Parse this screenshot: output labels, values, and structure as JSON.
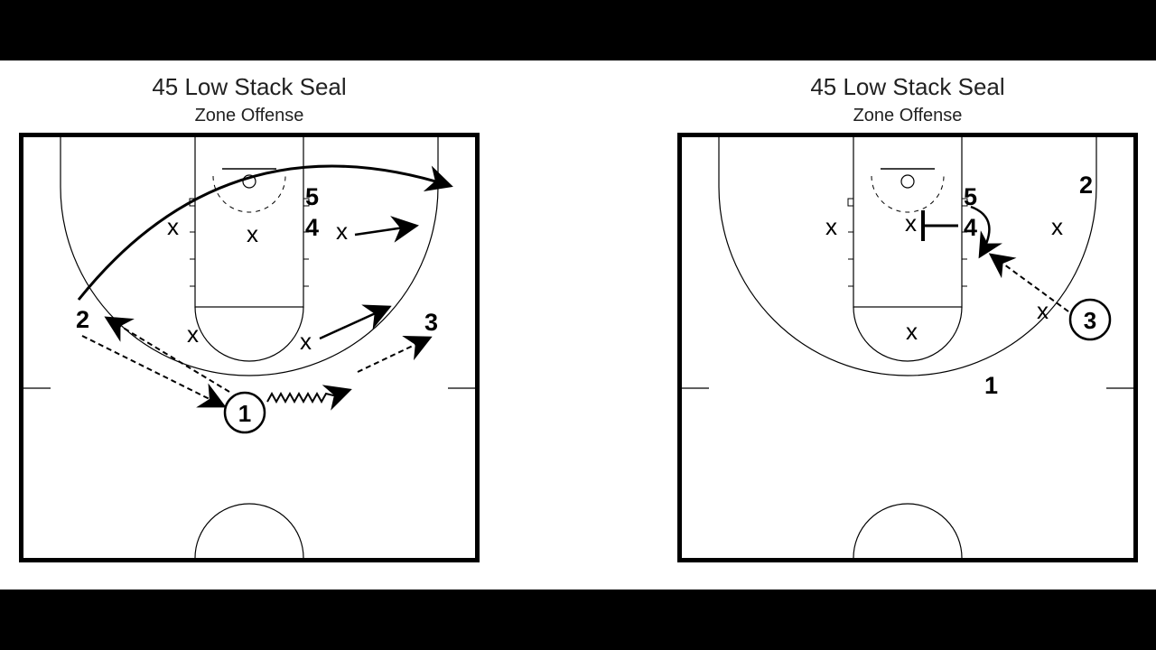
{
  "diagrams": [
    {
      "title": "45 Low Stack Seal",
      "subtitle": "Zone Offense",
      "players": {
        "p1": "1",
        "p2": "2",
        "p3": "3",
        "p4": "4",
        "p5": "5"
      },
      "defender_mark": "x"
    },
    {
      "title": "45 Low Stack Seal",
      "subtitle": "Zone Offense",
      "players": {
        "p1": "1",
        "p2": "2",
        "p3": "3",
        "p4": "4",
        "p5": "5"
      },
      "defender_mark": "x"
    }
  ]
}
